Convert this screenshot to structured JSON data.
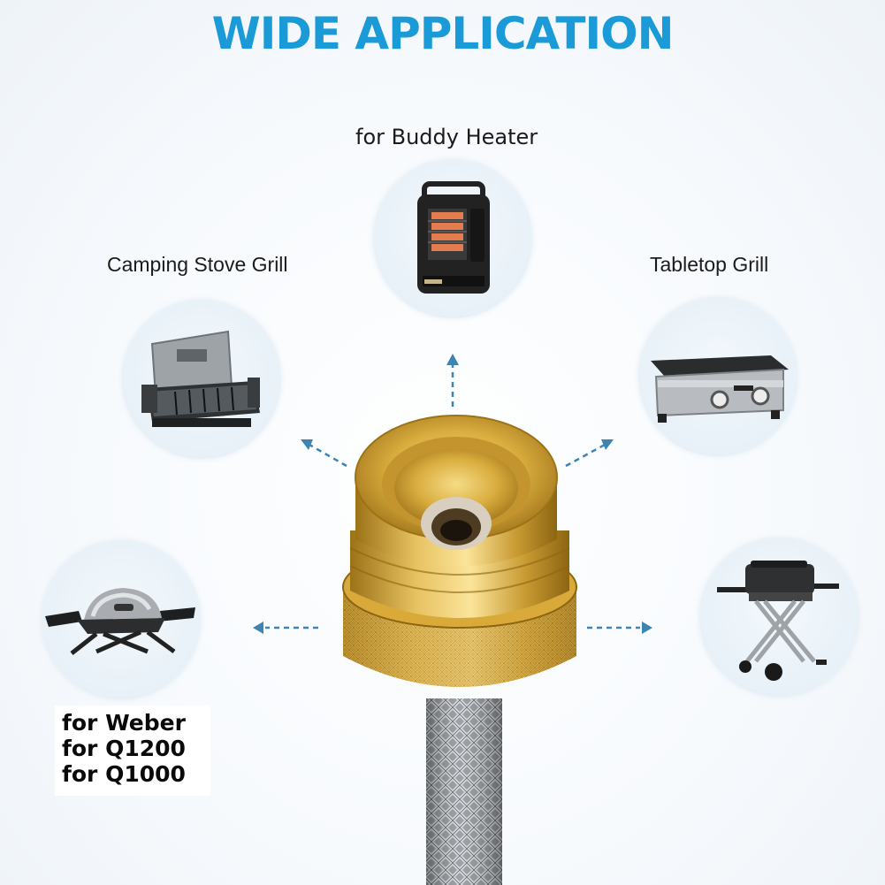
{
  "title": "WIDE APPLICATION",
  "labels": {
    "buddy_heater": "for Buddy Heater",
    "camping_stove": "Camping Stove Grill",
    "tabletop_grill": "Tabletop Grill",
    "weber": [
      "for Weber",
      "for Q1200",
      "for Q1000"
    ]
  },
  "colors": {
    "title": "#1a9ad6",
    "arrow": "#3d84b3",
    "brass": "#d3a93c"
  },
  "icons": [
    "space-heater-icon",
    "camping-stove-icon",
    "griddle-icon",
    "weber-grill-icon",
    "folding-grill-icon",
    "brass-adapter-icon",
    "braided-hose-icon"
  ]
}
